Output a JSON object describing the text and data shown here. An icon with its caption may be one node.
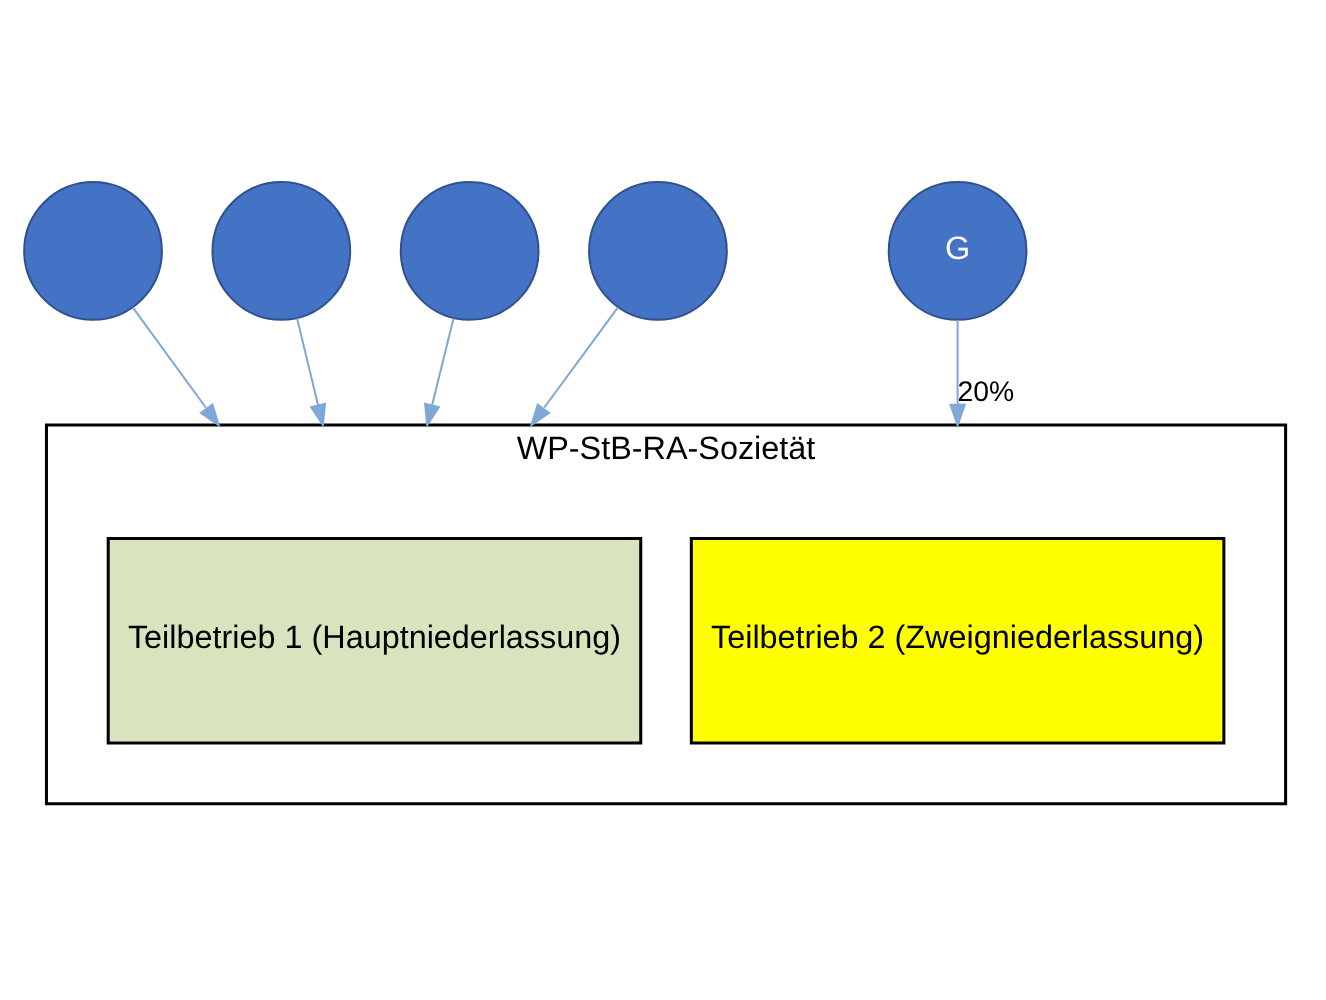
{
  "diagram": {
    "nodes": [
      {
        "text": [],
        "shape": "circle"
      },
      {
        "text": [],
        "shape": "circle"
      },
      {
        "text": [],
        "shape": "circle"
      },
      {
        "text": [],
        "shape": "circle"
      },
      {
        "text": [
          "G"
        ]
      },
      {
        "text": [
          "WP-StB-RA-Sozietät"
        ]
      },
      {
        "text": [
          "Teilbetrieb 1 (Hauptniederlassung)"
        ],
        "in": 5
      },
      {
        "text": [
          "Teilbetrieb 2 (Zweigniederlassung)"
        ],
        "in": 5
      }
    ],
    "edges": [
      {
        "from": 0,
        "to": 5,
        "arrow": "to"
      },
      {
        "from": 1,
        "to": 5,
        "arrow": "to"
      },
      {
        "from": 2,
        "to": 5,
        "arrow": "to"
      },
      {
        "from": 3,
        "to": 5,
        "arrow": "to"
      },
      {
        "from": 4,
        "to": 5,
        "arrow": "to",
        "label": "20%"
      }
    ]
  }
}
